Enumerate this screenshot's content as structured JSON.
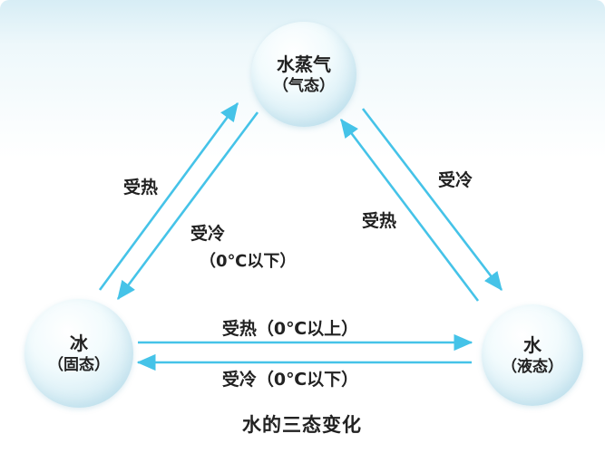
{
  "title": "水的三态变化",
  "nodes": {
    "vapor": {
      "name": "水蒸气",
      "state": "（气态）"
    },
    "ice": {
      "name": "冰",
      "state": "（固态）"
    },
    "water": {
      "name": "水",
      "state": "（液态）"
    }
  },
  "edge_labels": {
    "ice_to_vapor": "受热",
    "vapor_to_ice": "受冷",
    "vapor_to_ice_note": "（0℃以下）",
    "vapor_to_water": "受冷",
    "water_to_vapor": "受热",
    "ice_to_water": "受热（0℃以上）",
    "water_to_ice": "受冷（0℃以下）"
  },
  "colors": {
    "arrow": "#45c3e8",
    "sphere": "#cde9f4",
    "background_top": "#d7edf5",
    "text": "#222222"
  }
}
